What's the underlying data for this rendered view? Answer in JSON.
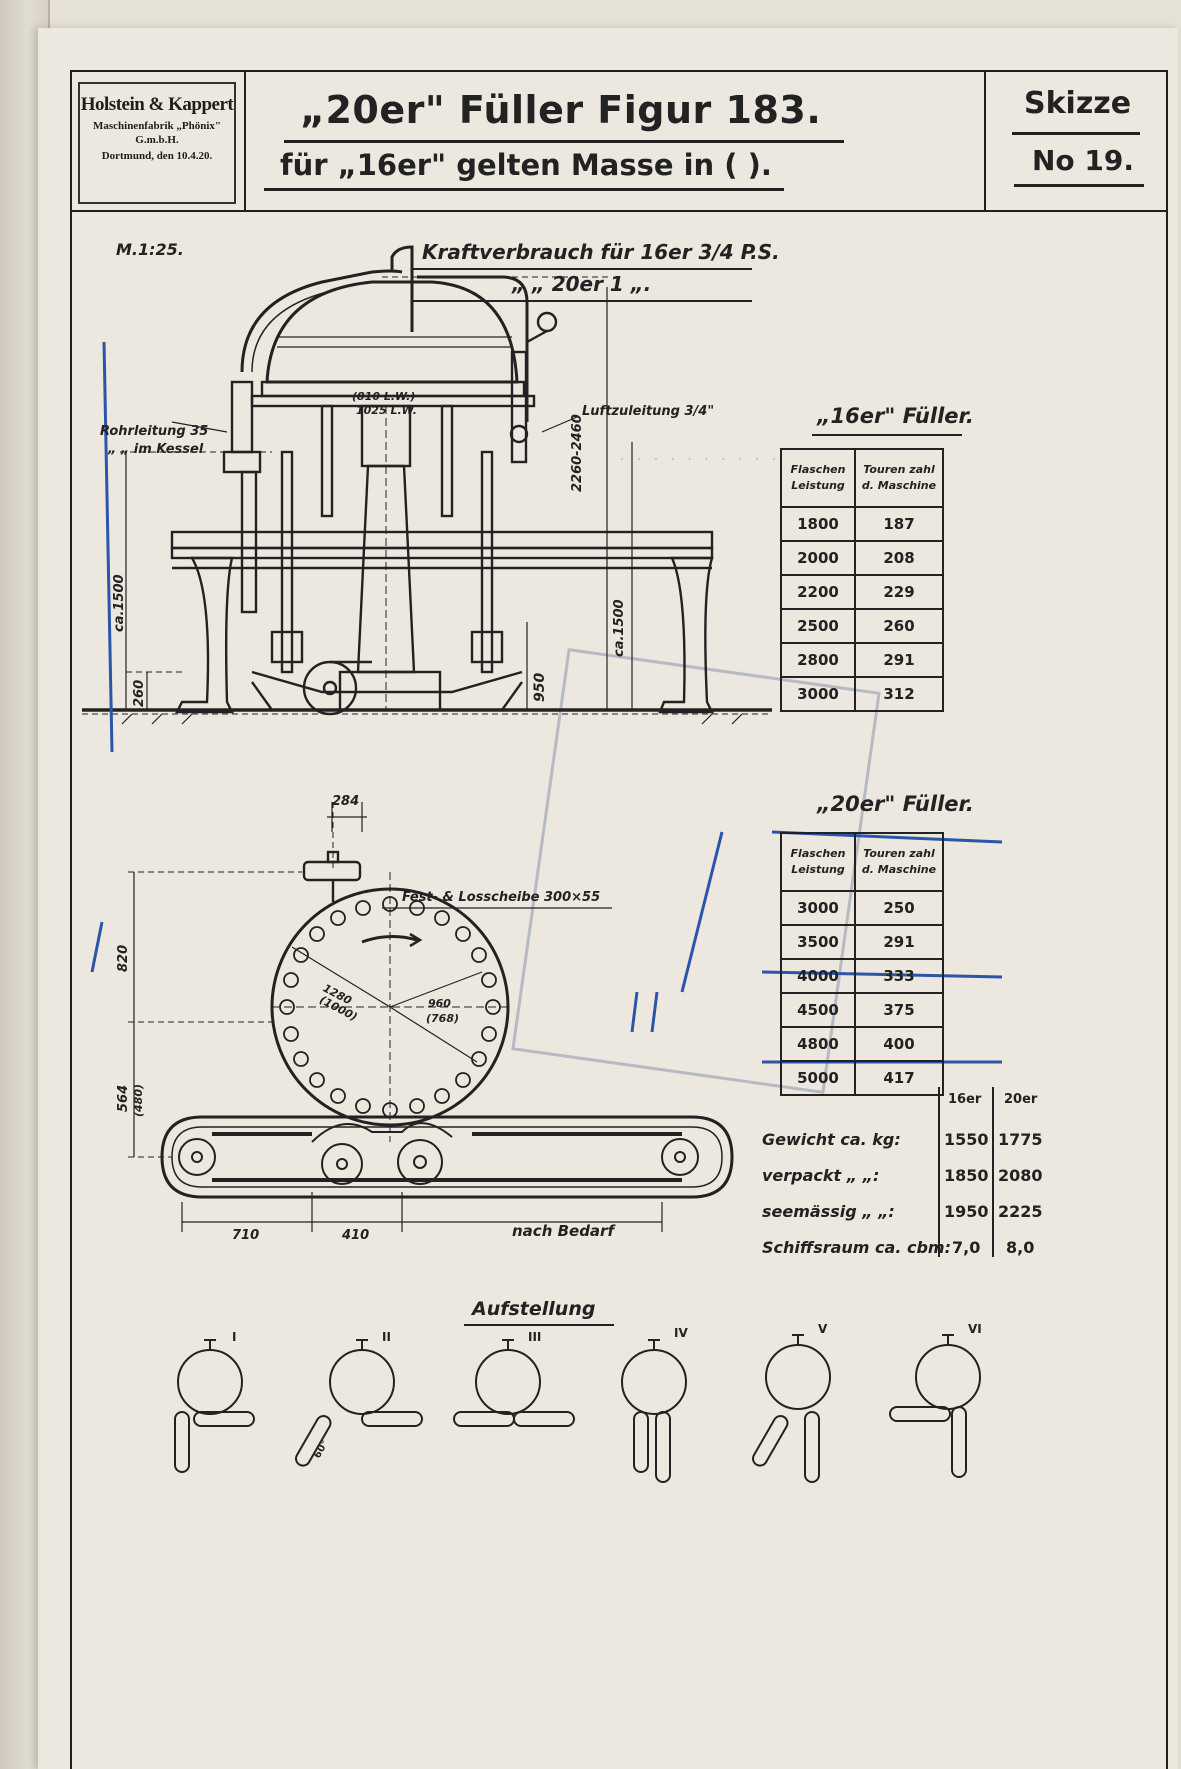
{
  "stamp": {
    "company": "Holstein & Kappert",
    "line2": "Maschinenfabrik „Phönix\"",
    "line3": "G.m.b.H.",
    "line4": "Dortmund, den 10.4.20."
  },
  "title": {
    "line1": "„20er\" Füller Figur 183.",
    "line2": "für „16er\" gelten Masse in ( )."
  },
  "skizze": {
    "label": "Skizze",
    "number": "No 19."
  },
  "scale": "M.1:25.",
  "kraftverbrauch": {
    "line1": "Kraftverbrauch für 16er 3/4 P.S.",
    "line2": "„ „ 20er 1 „."
  },
  "labels": {
    "rohrleitung": "Rohrleitung 35",
    "rohrleitung2": "„ „ im Kessel",
    "luftzuleitung": "Luftzuleitung 3/4\"",
    "dim_810": "(810 L.W.)",
    "dim_1025": "1025 L.W.",
    "dim_2260": "2260-2460",
    "dim_ca1500_left": "ca.1500",
    "dim_ca1500_right": "ca.1500",
    "dim_950": "950",
    "dim_260": "260",
    "dim_284": "284",
    "fest_los": "Fest- & Losscheibe 300×55",
    "dim_820": "820",
    "dim_564": "564",
    "dim_480": "(480)",
    "dim_1280": "1280",
    "dim_1000": "(1000)",
    "dim_960": "960",
    "dim_768": "(768)",
    "dim_710": "710",
    "dim_410": "410",
    "nach_bedarf": "nach Bedarf",
    "aufstellung": "Aufstellung",
    "angle": "60°"
  },
  "table16": {
    "title": "„16er\" Füller.",
    "headers": [
      "Flaschen Leistung",
      "Touren zahl d. Maschine"
    ],
    "rows": [
      [
        "1800",
        "187"
      ],
      [
        "2000",
        "208"
      ],
      [
        "2200",
        "229"
      ],
      [
        "2500",
        "260"
      ],
      [
        "2800",
        "291"
      ],
      [
        "3000",
        "312"
      ]
    ]
  },
  "table20": {
    "title": "„20er\" Füller.",
    "headers": [
      "Flaschen Leistung",
      "Touren zahl d. Maschine"
    ],
    "rows": [
      [
        "3000",
        "250"
      ],
      [
        "3500",
        "291"
      ],
      [
        "4000",
        "333"
      ],
      [
        "4500",
        "375"
      ],
      [
        "4800",
        "400"
      ],
      [
        "5000",
        "417"
      ]
    ]
  },
  "weights": {
    "col_headers": [
      "16er",
      "20er"
    ],
    "rows": [
      {
        "label": "Gewicht ca. kg:",
        "v16": "1550",
        "v20": "1775"
      },
      {
        "label": "verpackt „ „:",
        "v16": "1850",
        "v20": "2080"
      },
      {
        "label": "seemässig „ „:",
        "v16": "1950",
        "v20": "2225"
      },
      {
        "label": "Schiffsraum ca. cbm:",
        "v16": "7,0",
        "v20": "8,0"
      }
    ]
  },
  "aufstellung_numbers": [
    "I",
    "II",
    "III",
    "IV",
    "V",
    "VI"
  ]
}
